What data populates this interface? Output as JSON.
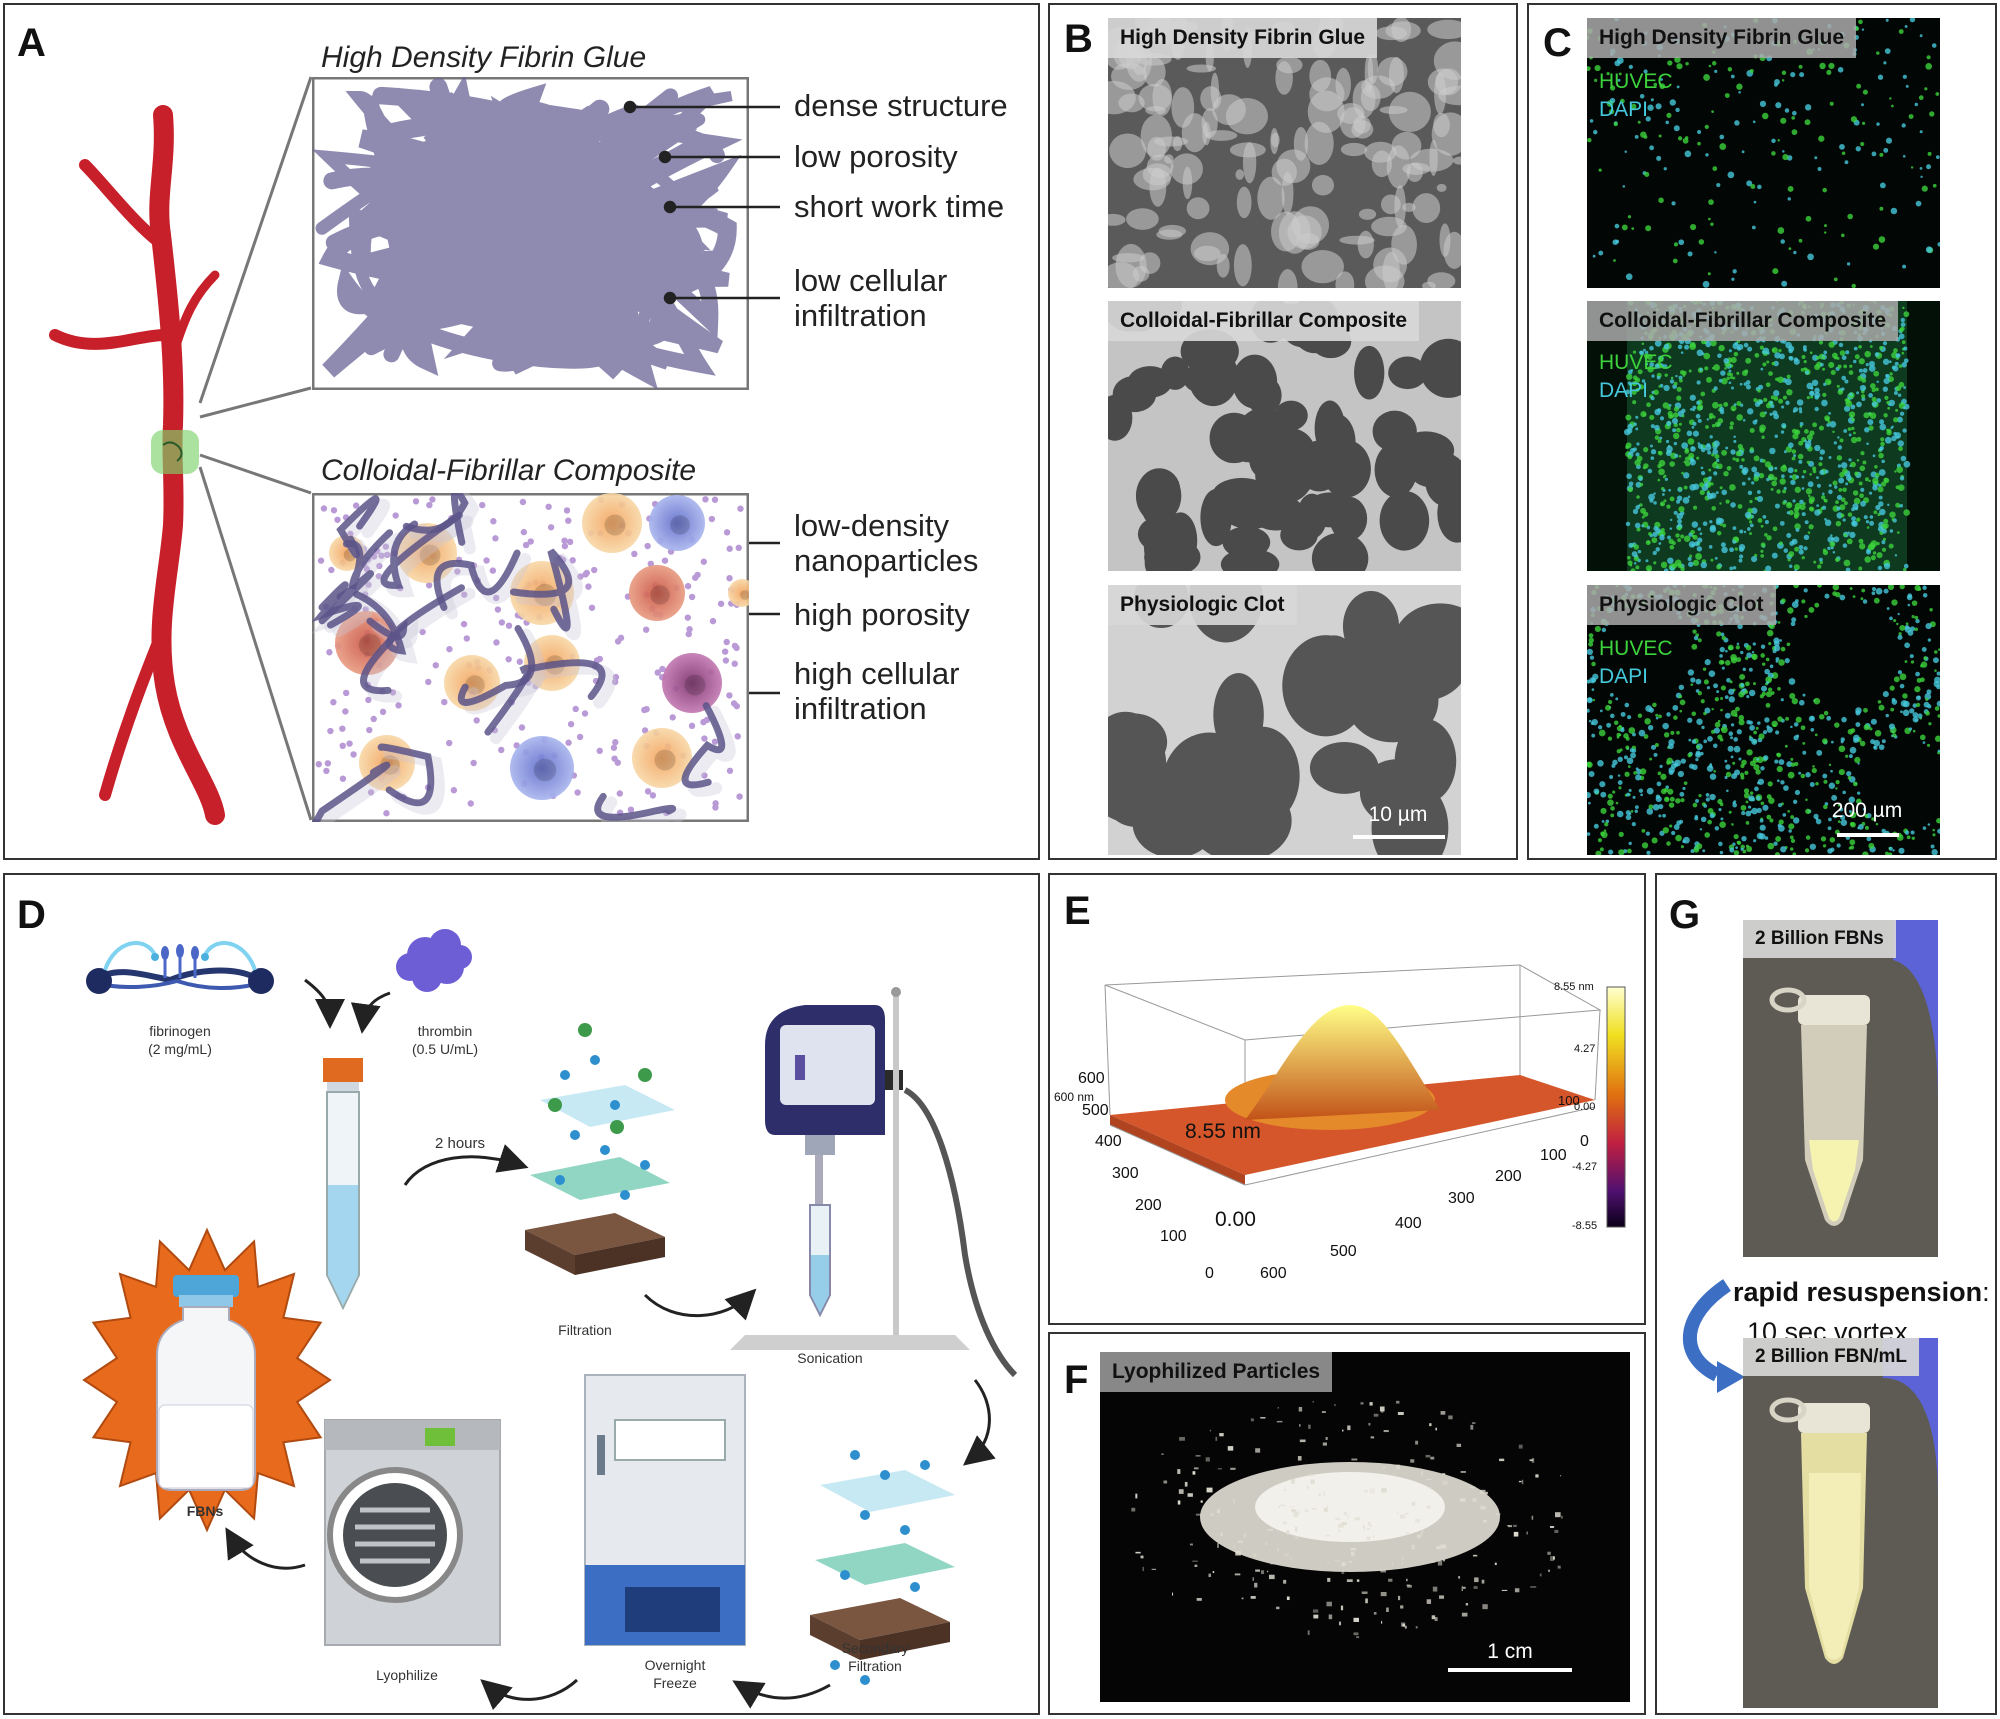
{
  "panels": {
    "A": {
      "label": "A",
      "top_title": "High Density Fibrin Glue",
      "top_annotations": [
        "dense structure",
        "low porosity",
        "short work time",
        "low cellular",
        "infiltration"
      ],
      "bottom_title": "Colloidal-Fibrillar Composite",
      "bottom_annotations": [
        "low-density",
        "nanoparticles",
        "high porosity",
        "high cellular",
        "infiltration"
      ]
    },
    "B": {
      "label": "B",
      "images": [
        "High Density Fibrin Glue",
        "Colloidal-Fibrillar Composite",
        "Physiologic Clot"
      ],
      "scale": "10 µm"
    },
    "C": {
      "label": "C",
      "images": [
        "High Density Fibrin Glue",
        "Colloidal-Fibrillar Composite",
        "Physiologic Clot"
      ],
      "channel_1": "HUVEC",
      "channel_2": "DAPI",
      "scale": "200 µm"
    },
    "D": {
      "label": "D",
      "fibrinogen": "fibrinogen",
      "fibrinogen_conc": "(2 mg/mL)",
      "thrombin": "thrombin",
      "thrombin_conc": "(0.5 U/mL)",
      "time": "2 hours",
      "filtration": "Filtration",
      "sonication": "Sonication",
      "secondary_1": "Secondary",
      "secondary_2": "Filtration",
      "freeze_1": "Overnight",
      "freeze_2": "Freeze",
      "lyophilize": "Lyophilize",
      "fbns": "FBNs"
    },
    "E": {
      "label": "E",
      "height_label": "8.55 nm",
      "zero_label": "0.00",
      "left_axis_unit": "600 nm",
      "left_axis_ticks": [
        "600",
        "500",
        "400",
        "300",
        "200",
        "100",
        "0"
      ],
      "bottom_axis_ticks": [
        "600",
        "500",
        "400",
        "300",
        "200",
        "100",
        "0"
      ],
      "right_axis_ticks": [
        "100",
        "0"
      ],
      "colorbar_ticks": [
        "8.55 nm",
        "4.27",
        "0.00",
        "-4.27",
        "-8.55"
      ]
    },
    "F": {
      "label": "F",
      "title": "Lyophilized Particles",
      "scale": "1 cm"
    },
    "G": {
      "label": "G",
      "top_tag": "2 Billion FBNs",
      "bottom_tag": "2 Billion FBN/mL",
      "caption_bold": "rapid resuspension",
      "caption_colon": ":",
      "caption_2": "10 sec vortex"
    }
  },
  "colors": {
    "vessel": "#c8202a",
    "fibrin": "#6a6496",
    "huvec": "#3cd23c",
    "dapi": "#46c8dc",
    "arrow_blue": "#3c6fc4"
  }
}
